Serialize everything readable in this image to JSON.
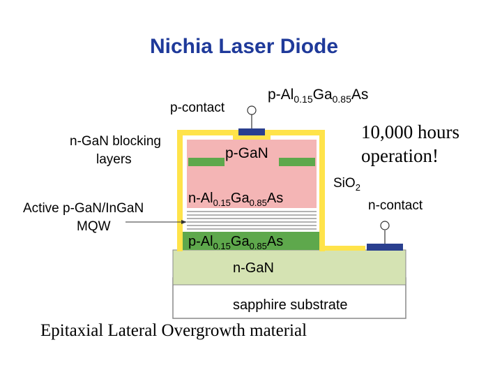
{
  "title": "Nichia Laser Diode",
  "note_lines": [
    "10,000 hours",
    "operation!"
  ],
  "footer": "Epitaxial Lateral Overgrowth material",
  "labels": {
    "p_contact": "p-contact",
    "n_contact": "n-contact",
    "sio2_base": "SiO",
    "sio2_sub": "2",
    "blocking_line1": "n-GaN blocking",
    "blocking_line2": "layers",
    "active_line1": "Active p-GaN/InGaN",
    "active_line2": "MQW",
    "p_gan": "p-GaN",
    "n_gan": "n-GaN",
    "substrate": "sapphire substrate",
    "top_algaas": {
      "a": "p-Al",
      "s1": "0.15",
      "b": "Ga",
      "s2": "0.85",
      "c": "As"
    },
    "n_algaas": {
      "a": "n-Al",
      "s1": "0.15",
      "b": "Ga",
      "s2": "0.85",
      "c": "As"
    },
    "p_algaas": {
      "a": "p-Al",
      "s1": "0.15",
      "b": "Ga",
      "s2": "0.85",
      "c": "As"
    }
  },
  "colors": {
    "title": "#1f3a9a",
    "sio2": "#ffe34a",
    "p_gan": "#f4b5b5",
    "green_layer": "#5ea84c",
    "n_gan": "#d5e3b3",
    "contact": "#2a3f8f"
  }
}
